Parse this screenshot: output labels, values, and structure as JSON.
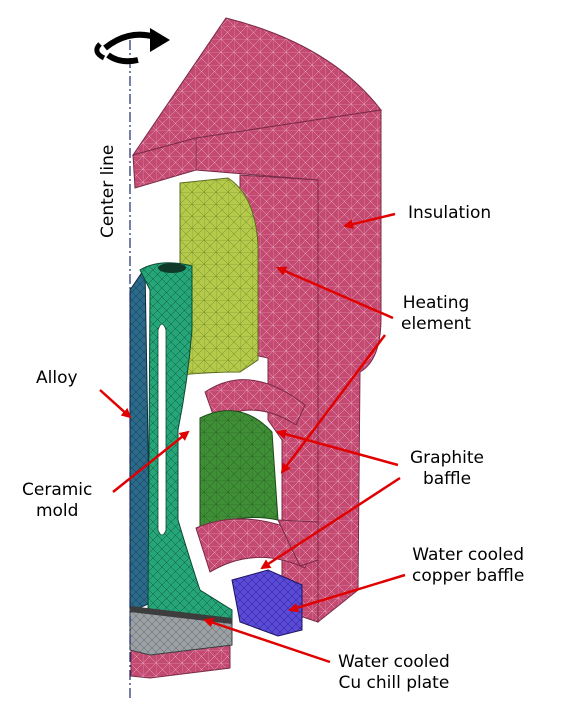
{
  "labels": {
    "center_line": "Center line",
    "insulation": "Insulation",
    "heating_line1": "Heating",
    "heating_line2": "element",
    "alloy": "Alloy",
    "graphite_line1": "Graphite",
    "graphite_line2": "baffle",
    "ceramic_line1": "Ceramic",
    "ceramic_line2": "mold",
    "copper_baffle_line1": "Water cooled",
    "copper_baffle_line2": "copper baffle",
    "chill_line1": "Water cooled",
    "chill_line2": "Cu chill plate"
  },
  "colors": {
    "insulation": "#c44a72",
    "heating_element": "#b5c94a",
    "graphite": "#4a9a3a",
    "ceramic": "#2aa57a",
    "alloy": "#2c6a8a",
    "copper_baffle": "#5a4ad8",
    "chill_plate": "#9aa0a4",
    "arrow": "#e00000",
    "mesh": "#ffffff"
  },
  "icons": {
    "rotation": "rotation-arrow-icon"
  }
}
